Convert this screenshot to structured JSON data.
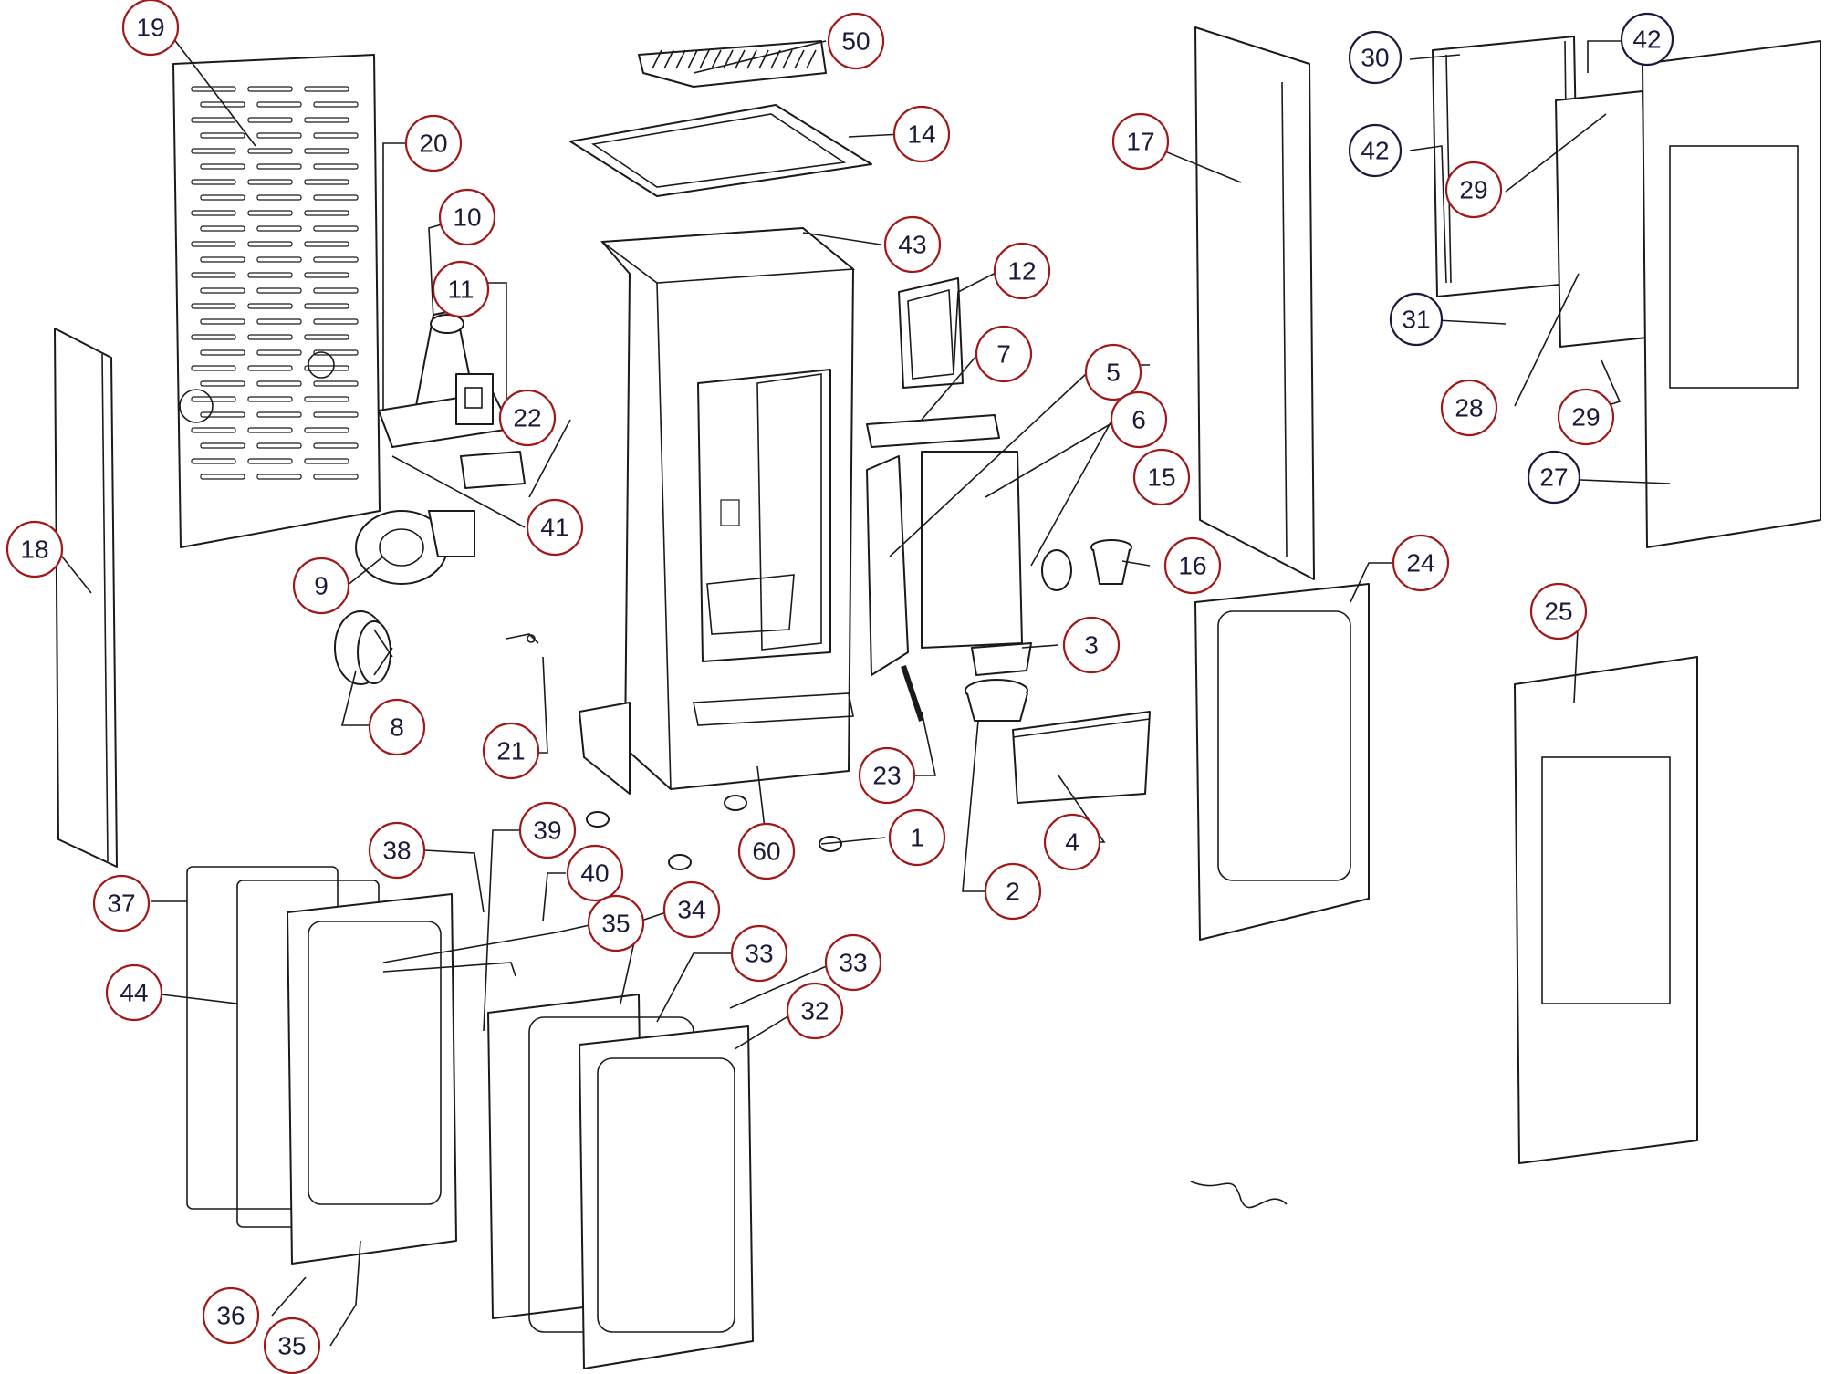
{
  "diagram": {
    "colors": {
      "red_callout": "#a01818",
      "blue_callout": "#1a1a3a",
      "line": "#1a1a1a"
    },
    "callouts": [
      {
        "id": "c19",
        "label": "19",
        "color": "red"
      },
      {
        "id": "c50",
        "label": "50",
        "color": "red"
      },
      {
        "id": "c14",
        "label": "14",
        "color": "red"
      },
      {
        "id": "c20",
        "label": "20",
        "color": "red"
      },
      {
        "id": "c10",
        "label": "10",
        "color": "red"
      },
      {
        "id": "c11",
        "label": "11",
        "color": "red"
      },
      {
        "id": "c22",
        "label": "22",
        "color": "red"
      },
      {
        "id": "c41",
        "label": "41",
        "color": "red"
      },
      {
        "id": "c43",
        "label": "43",
        "color": "red"
      },
      {
        "id": "c12",
        "label": "12",
        "color": "red"
      },
      {
        "id": "c7",
        "label": "7",
        "color": "red"
      },
      {
        "id": "c5",
        "label": "5",
        "color": "red"
      },
      {
        "id": "c6",
        "label": "6",
        "color": "red"
      },
      {
        "id": "c17",
        "label": "17",
        "color": "red"
      },
      {
        "id": "c30",
        "label": "30",
        "color": "blue"
      },
      {
        "id": "c42a",
        "label": "42",
        "color": "blue"
      },
      {
        "id": "c42b",
        "label": "42",
        "color": "blue"
      },
      {
        "id": "c29a",
        "label": "29",
        "color": "red"
      },
      {
        "id": "c31",
        "label": "31",
        "color": "blue"
      },
      {
        "id": "c28",
        "label": "28",
        "color": "red"
      },
      {
        "id": "c29b",
        "label": "29",
        "color": "red"
      },
      {
        "id": "c27",
        "label": "27",
        "color": "blue"
      },
      {
        "id": "c15",
        "label": "15",
        "color": "red"
      },
      {
        "id": "c16",
        "label": "16",
        "color": "red"
      },
      {
        "id": "c24",
        "label": "24",
        "color": "red"
      },
      {
        "id": "c25",
        "label": "25",
        "color": "red"
      },
      {
        "id": "c18",
        "label": "18",
        "color": "red"
      },
      {
        "id": "c9",
        "label": "9",
        "color": "red"
      },
      {
        "id": "c8",
        "label": "8",
        "color": "red"
      },
      {
        "id": "c21",
        "label": "21",
        "color": "red"
      },
      {
        "id": "c3",
        "label": "3",
        "color": "red"
      },
      {
        "id": "c23",
        "label": "23",
        "color": "red"
      },
      {
        "id": "c1",
        "label": "1",
        "color": "red"
      },
      {
        "id": "c60",
        "label": "60",
        "color": "red"
      },
      {
        "id": "c2",
        "label": "2",
        "color": "red"
      },
      {
        "id": "c4",
        "label": "4",
        "color": "red"
      },
      {
        "id": "c37",
        "label": "37",
        "color": "red"
      },
      {
        "id": "c38",
        "label": "38",
        "color": "red"
      },
      {
        "id": "c39",
        "label": "39",
        "color": "red"
      },
      {
        "id": "c40",
        "label": "40",
        "color": "red"
      },
      {
        "id": "c35a",
        "label": "35",
        "color": "red"
      },
      {
        "id": "c34",
        "label": "34",
        "color": "red"
      },
      {
        "id": "c44",
        "label": "44",
        "color": "red"
      },
      {
        "id": "c33a",
        "label": "33",
        "color": "red"
      },
      {
        "id": "c33b",
        "label": "33",
        "color": "red"
      },
      {
        "id": "c32",
        "label": "32",
        "color": "red"
      },
      {
        "id": "c36",
        "label": "36",
        "color": "red"
      },
      {
        "id": "c35b",
        "label": "35",
        "color": "red"
      }
    ]
  }
}
